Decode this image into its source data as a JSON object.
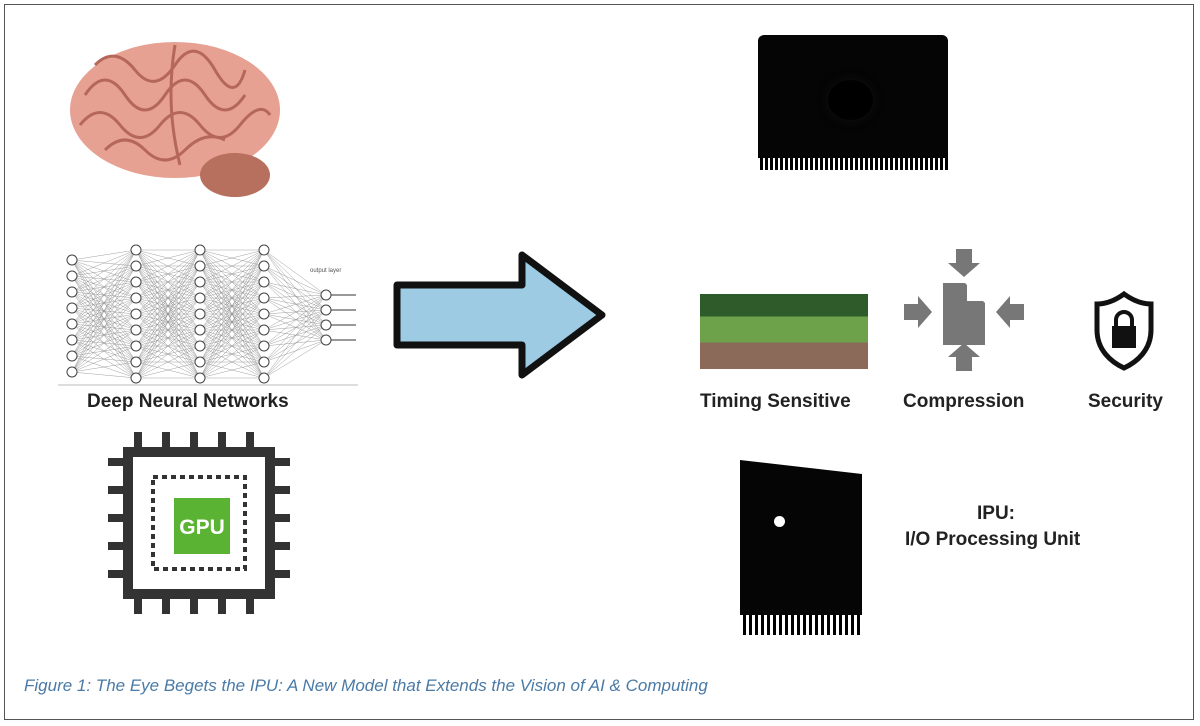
{
  "figure": {
    "caption": "Figure 1: The Eye Begets the IPU: A New Model that Extends the Vision of AI & Computing",
    "left": {
      "brain_icon": "brain-image",
      "dnn_label": "Deep Neural Networks",
      "dnn_output_label": "output layer",
      "gpu_chip_text": "GPU",
      "gpu_color": "#5bb334"
    },
    "arrow": {
      "color": "#9ccbe3"
    },
    "right": {
      "features": [
        {
          "label": "Timing Sensitive",
          "icon": "video-frames-icon"
        },
        {
          "label": "Compression",
          "icon": "compression-icon"
        },
        {
          "label": "Security",
          "icon": "shield-lock-icon"
        }
      ],
      "ipu_title": "IPU:",
      "ipu_subtitle": "I/O Processing Unit"
    }
  }
}
